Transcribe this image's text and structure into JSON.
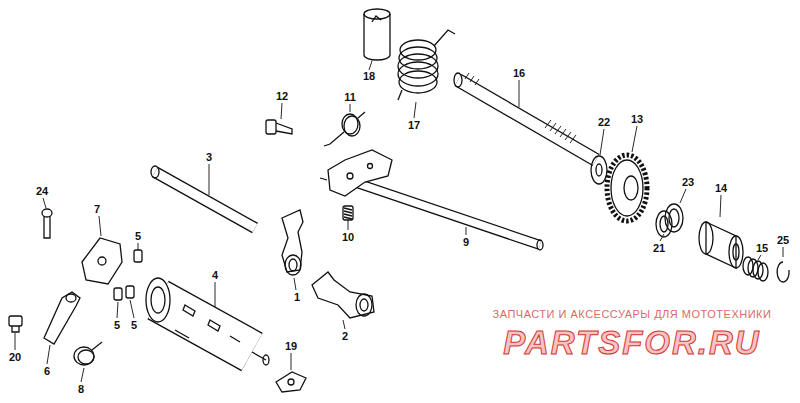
{
  "diagram": {
    "labels": [
      "18",
      "16",
      "12",
      "11",
      "17",
      "13",
      "22",
      "3",
      "23",
      "14",
      "24",
      "7",
      "10",
      "5",
      "9",
      "25",
      "21",
      "15",
      "4",
      "1",
      "5",
      "5",
      "2",
      "19",
      "20",
      "6",
      "8",
      "ЗАПЧАСТИ И АКСЕССУАРЫ ДЛЯ МОТОТЕХНИКИ",
      "PARTSFOR.RU"
    ]
  }
}
